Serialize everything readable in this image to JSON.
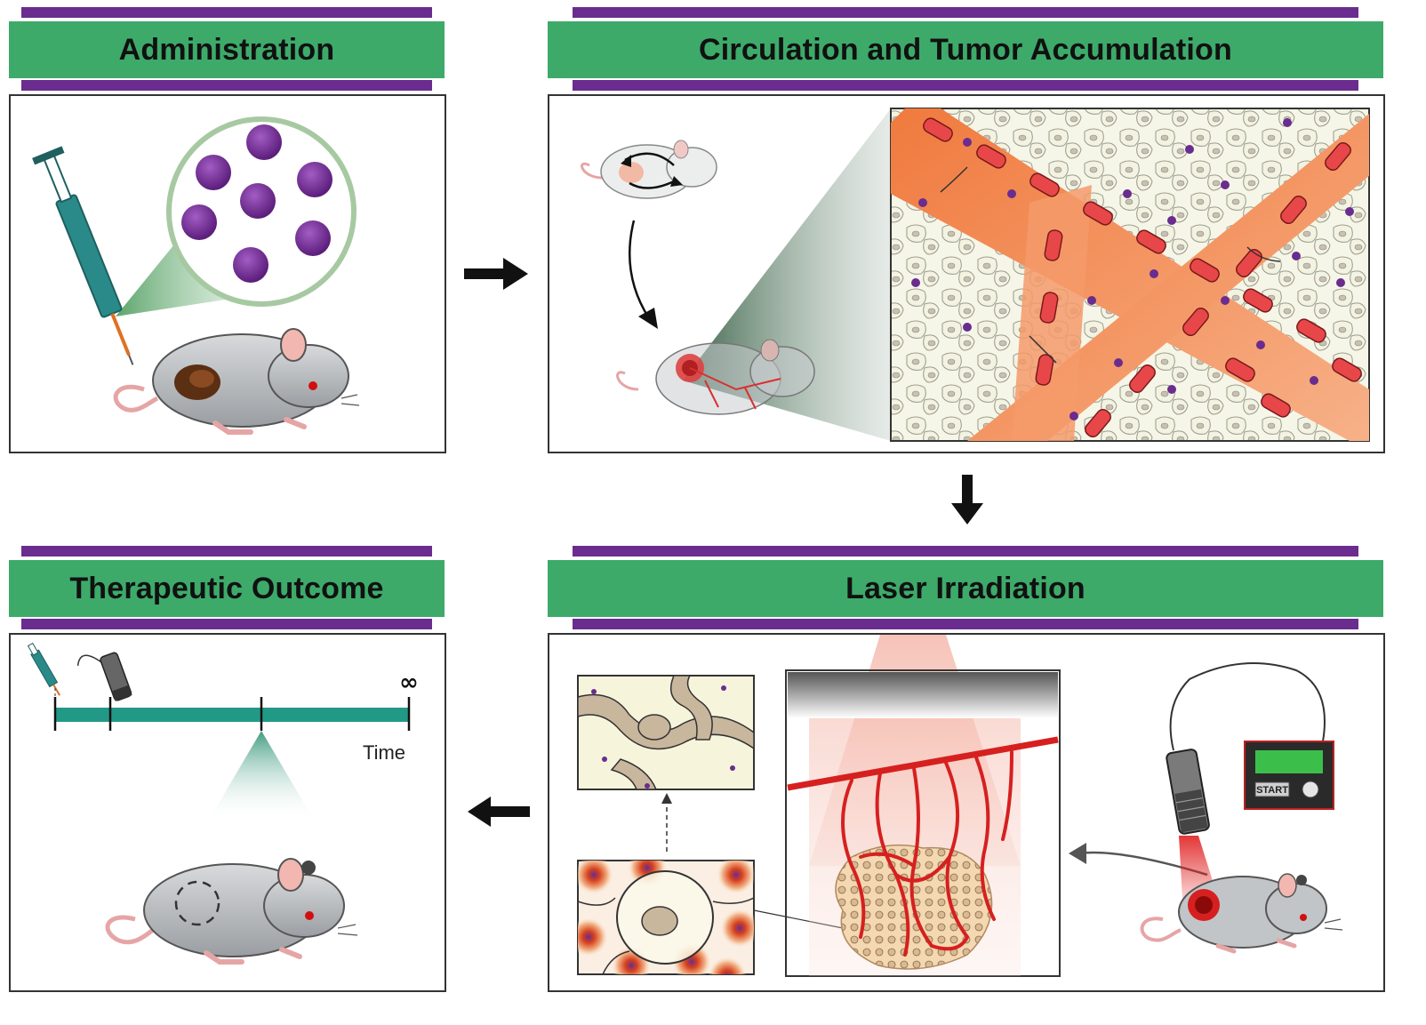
{
  "panels": {
    "administration": {
      "title": "Administration"
    },
    "circulation": {
      "title": "Circulation and Tumor Accumulation"
    },
    "laser": {
      "title": "Laser Irradiation",
      "device_button": "START"
    },
    "outcome": {
      "title": "Therapeutic Outcome",
      "time_label": "Time",
      "infinity_symbol": "∞"
    }
  },
  "colors": {
    "header_green": "#3daa6a",
    "header_purple": "#6a2c8e",
    "nanoparticle": "#7b2d9a",
    "vessel": "#f08a55",
    "red_blood_cell": "#e8474a",
    "laser_red": "#d62020",
    "mouse_gray": "#b9bcbf",
    "timeline_teal": "#229986"
  },
  "icons": [
    "syringe-icon",
    "mouse-icon",
    "laser-device-icon",
    "control-box-icon",
    "arrow-right-icon",
    "arrow-down-icon",
    "arrow-left-icon"
  ]
}
